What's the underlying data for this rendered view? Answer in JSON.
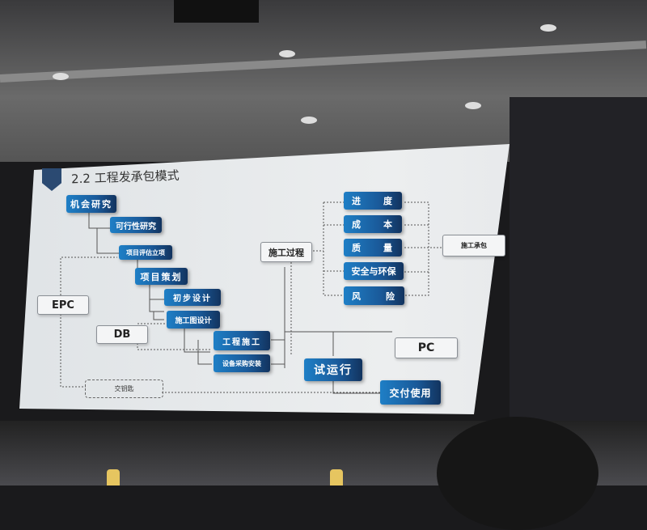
{
  "slide": {
    "title": "2.2 工程发承包模式"
  },
  "flow": {
    "opportunity": "机会研究",
    "feasibility": "可行性研究",
    "evaluation": "项目评估立项",
    "planning": "项目策划",
    "prelim_design": "初步设计",
    "construction_design": "施工图设计",
    "construction": "工程施工",
    "procurement": "设备采购安装",
    "trial_run": "试运行",
    "delivery": "交付使用",
    "turnkey": "交钥匙"
  },
  "models": {
    "epc": "EPC",
    "db": "DB",
    "pc": "PC",
    "construction_contract": "施工承包"
  },
  "process": {
    "label": "施工过程",
    "progress": [
      "进",
      "度"
    ],
    "cost": [
      "成",
      "本"
    ],
    "quality": [
      "质",
      "量"
    ],
    "safety": "安全与环保",
    "risk": [
      "风",
      "险"
    ]
  }
}
